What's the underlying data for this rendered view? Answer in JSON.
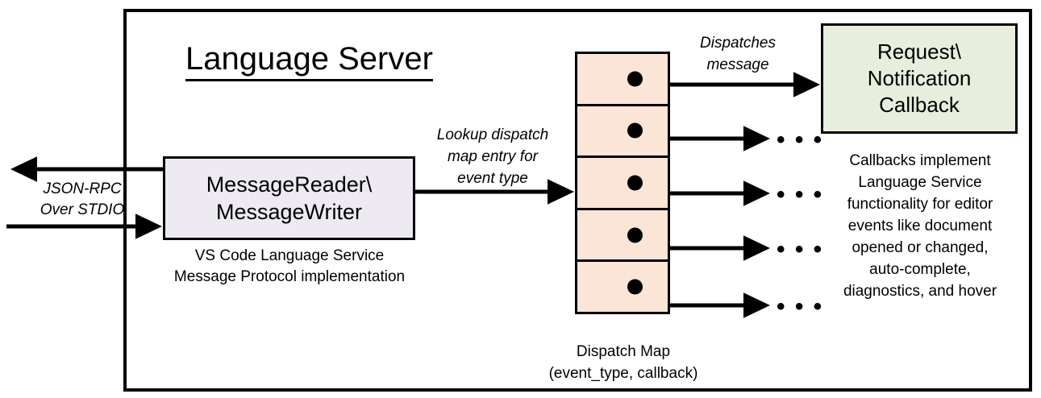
{
  "diagram": {
    "title": "Language Server",
    "left_channel": {
      "label": "JSON-RPC\nOver STDIO",
      "label_line1": "JSON-RPC",
      "label_line2": "Over STDIO"
    },
    "message_box": {
      "line1": "MessageReader\\",
      "line2": "MessageWriter",
      "caption_line1": "VS Code Language Service",
      "caption_line2": "Message Protocol implementation",
      "fill_color": "#edeaf2",
      "border_color": "#000000"
    },
    "lookup_arrow": {
      "label_line1": "Lookup dispatch",
      "label_line2": "map entry for",
      "label_line3": "event type"
    },
    "dispatch_map": {
      "caption_line1": "Dispatch Map",
      "caption_line2": "(event_type, callback)",
      "fill_color": "#fbe5d6",
      "border_color": "#000000",
      "row_count": 5,
      "rows": [
        {
          "index": 1,
          "has_dot": true
        },
        {
          "index": 2,
          "has_dot": true
        },
        {
          "index": 3,
          "has_dot": true
        },
        {
          "index": 4,
          "has_dot": true
        },
        {
          "index": 5,
          "has_dot": true
        }
      ]
    },
    "dispatch_arrow": {
      "label_line1": "Dispatches",
      "label_line2": "message"
    },
    "callback_box": {
      "line1": "Request\\",
      "line2": "Notification",
      "line3": "Callback",
      "fill_color": "#e7eede",
      "border_color": "#000000",
      "caption_line1": "Callbacks implement",
      "caption_line2": "Language Service",
      "caption_line3": "functionality for editor",
      "caption_line4": "events like document",
      "caption_line5": "opened or changed,",
      "caption_line6": "auto-complete,",
      "caption_line7": "diagnostics, and hover"
    },
    "ellipses": [
      {
        "index": 1,
        "text": "• • •"
      },
      {
        "index": 2,
        "text": "• • •"
      },
      {
        "index": 3,
        "text": "• • •"
      },
      {
        "index": 4,
        "text": "• • •"
      }
    ]
  }
}
